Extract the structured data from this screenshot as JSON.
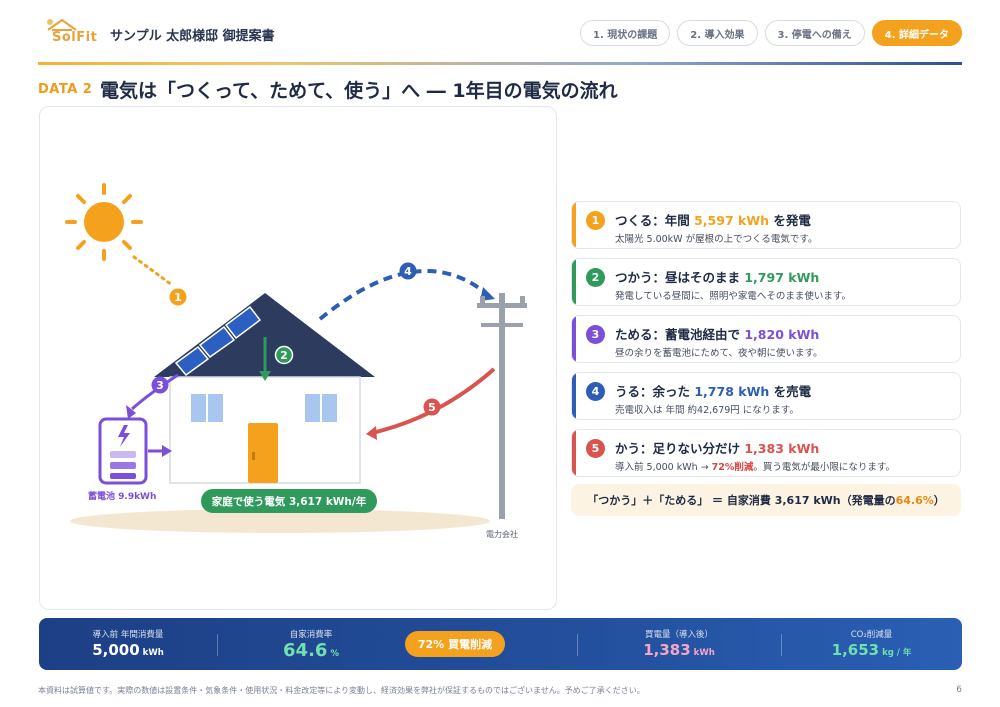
{
  "header": {
    "logo_text": "SolFit",
    "doc_title": "サンプル 太郎様邸 御提案書",
    "tabs": [
      {
        "label": "1. 現状の課題",
        "active": false
      },
      {
        "label": "2. 導入効果",
        "active": false
      },
      {
        "label": "3. 停電への備え",
        "active": false
      },
      {
        "label": "4. 詳細データ",
        "active": true
      }
    ]
  },
  "title": {
    "tag": "DATA 2",
    "text": "電気は「つくって、ためて、使う」へ ― 1年目の電気の流れ"
  },
  "diagram": {
    "labels": {
      "battery": "蓄電池 9.9kWh",
      "home_usage": "家庭で使う電気 3,617 kWh/年",
      "utility": "電力会社"
    },
    "markers": [
      "1",
      "2",
      "3",
      "4",
      "5"
    ],
    "colors": {
      "generate": "#f4a21d",
      "use": "#2f9a5c",
      "store": "#7b4fd8",
      "sell": "#2d5db5",
      "buy": "#d9534f"
    },
    "icons": [
      "sun-icon",
      "solar-panel-icon",
      "house-icon",
      "battery-icon",
      "utility-pole-icon"
    ]
  },
  "steps": [
    {
      "num": "1",
      "title_pre": "つくる：年間 ",
      "value": "5,597 kWh",
      "title_post": " を発電",
      "desc": "太陽光 5.00kW が屋根の上でつくる電気です。",
      "color": "#f4a21d"
    },
    {
      "num": "2",
      "title_pre": "つかう：昼はそのまま ",
      "value": "1,797 kWh",
      "title_post": "",
      "desc": "発電している昼間に、照明や家電へそのまま使います。",
      "color": "#2f9a5c"
    },
    {
      "num": "3",
      "title_pre": "ためる：蓄電池経由で ",
      "value": "1,820 kWh",
      "title_post": "",
      "desc": "昼の余りを蓄電池にためて、夜や朝に使います。",
      "color": "#7b4fd8"
    },
    {
      "num": "4",
      "title_pre": "うる：余った ",
      "value": "1,778 kWh",
      "title_post": " を売電",
      "desc": "売電収入は 年間 約42,679円 になります。",
      "color": "#2d5db5"
    },
    {
      "num": "5",
      "title_pre": "かう：足りない分だけ ",
      "value": "1,383 kWh",
      "title_post": "",
      "desc_pre": "導入前 5,000 kWh → ",
      "desc_em": "72%削減",
      "desc_post": "。買う電気が最小限になります。",
      "color": "#d9534f"
    }
  ],
  "summary": {
    "text_pre": "「つかう」＋「ためる」 ＝ 自家消費 3,617 kWh（発電量の ",
    "pct": "64.6%",
    "text_post": "）"
  },
  "stats": [
    {
      "label": "導入前 年間消費量",
      "value": "5,000",
      "unit": "kWh",
      "color": "#ffffff"
    },
    {
      "label": "自家消費率",
      "value": "64.6",
      "unit": "%",
      "color": "#6fe0b0"
    },
    {
      "label": "買電量（導入後）",
      "value": "1,383",
      "unit": "kWh",
      "color": "#f5a6c4"
    },
    {
      "label": "CO₂削減量",
      "value": "1,653",
      "unit": "kg / 年",
      "color": "#6fe0b0"
    }
  ],
  "pill_label": "72% 買電削減",
  "footnote": "本資料は試算値です。実際の数値は設置条件・気象条件・使用状況・料金改定等により変動し、経済効果を弊社が保証するものではございません。予めご了承ください。",
  "page_number": "6"
}
